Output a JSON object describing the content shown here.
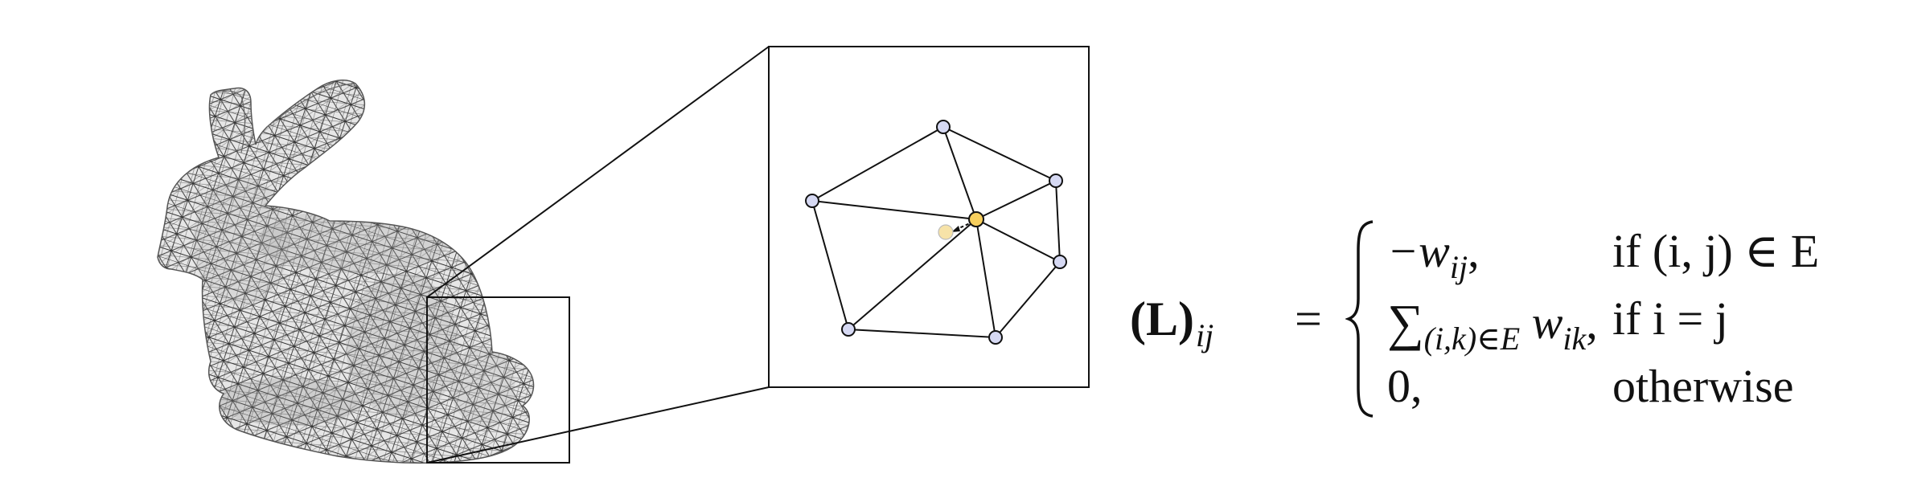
{
  "formula": {
    "lhs_symbol": "(L)",
    "lhs_subscript": "ij",
    "equals": "=",
    "cases": [
      {
        "value_main": "−w",
        "value_sub": "ij",
        "value_tail": ",",
        "condition": "if (i, j) ∈ E"
      },
      {
        "value_main": "∑",
        "value_sub": "(i,k)∈E",
        "value_w": "w",
        "value_wsub": "ik",
        "value_tail": ",",
        "condition": "if i = j"
      },
      {
        "value_main": "0,",
        "condition": "otherwise"
      }
    ]
  },
  "colors": {
    "mesh_fill": "#e4e4e4",
    "mesh_line": "#2a2a2a",
    "vertex_fill": "#d6d9f3",
    "center_vertex_fill": "#f7cf5e",
    "ghost_vertex_fill": "#f7e3a8",
    "line": "#111111"
  },
  "icons": [
    "bunny-mesh",
    "zoom-box",
    "vertex-neighborhood"
  ]
}
